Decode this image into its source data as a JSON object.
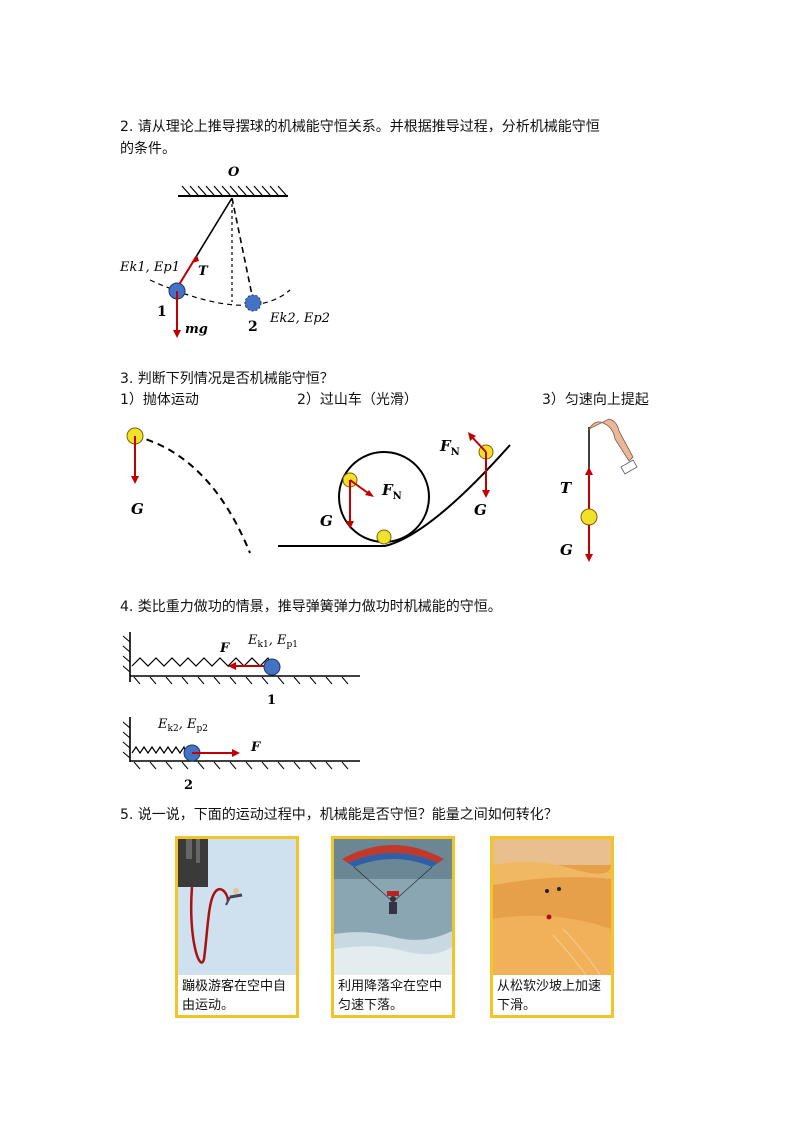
{
  "q2": {
    "line1": "2. 请从理论上推导摆球的机械能守恒关系。并根据推导过程，分析机械能守恒",
    "line2": "的条件。",
    "pivot": "O",
    "ek1ep1": "E",
    "pos1": "1",
    "pos2": "2",
    "tension": "T",
    "weight": "mg",
    "energy1": "Ek1, Ep1",
    "energy2": "Ek2, Ep2"
  },
  "q3": {
    "title": "3. 判断下列情况是否机械能守恒？",
    "case1": "1）抛体运动",
    "case2": "2）过山车（光滑）",
    "case3": "3）匀速向上提起",
    "g": "G",
    "fn": "F",
    "t": "T"
  },
  "q4": {
    "title": "4. 类比重力做功的情景，推导弹簧弹力做功时机械能的守恒。",
    "force": "F",
    "state1": "1",
    "state2": "2"
  },
  "q5": {
    "title": "5. 说一说，下面的运动过程中，机械能是否守恒？能量之间如何转化？",
    "photos": [
      {
        "caption": "蹦极游客在空中自由运动。"
      },
      {
        "caption": "利用降落伞在空中匀速下落。"
      },
      {
        "caption": "从松软沙坡上加速下滑。"
      }
    ]
  }
}
